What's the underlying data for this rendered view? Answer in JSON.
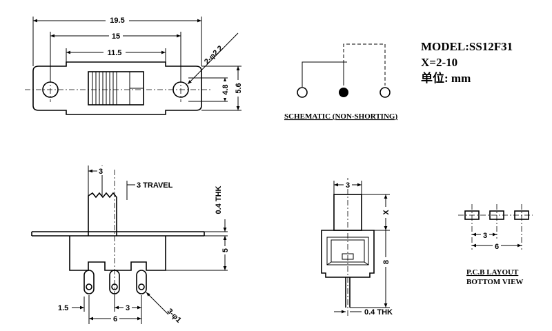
{
  "info": {
    "model": "MODEL:SS12F31",
    "x_range": "X=2-10",
    "unit_label": "单位",
    "unit_value": "mm"
  },
  "schematic": {
    "caption": "SCHEMATIC (NON-SHORTING)"
  },
  "top_view": {
    "dim_overall": "19.5",
    "dim_holes": "15",
    "dim_body": "11.5",
    "dim_hole_dia": "2-φ2.2",
    "dim_height_inner": "4.8",
    "dim_height_outer": "5.6"
  },
  "front_view": {
    "dim_actuator": "3",
    "dim_travel": "3 TRAVEL",
    "dim_thickness": "0.4 THK",
    "dim_body_height": "5",
    "dim_pin_offset": "1.5",
    "dim_pin_pitch": "3",
    "dim_pin_span": "6",
    "dim_pin_hole": "3-φ1"
  },
  "side_view": {
    "dim_actuator": "3",
    "dim_x": "X",
    "dim_total": "8",
    "dim_pin_thk": "0.4 THK"
  },
  "pcb": {
    "dim_pitch": "3",
    "dim_span": "6",
    "caption_line1": "P.C.B LAYOUT",
    "caption_line2": "BOTTOM VIEW"
  }
}
